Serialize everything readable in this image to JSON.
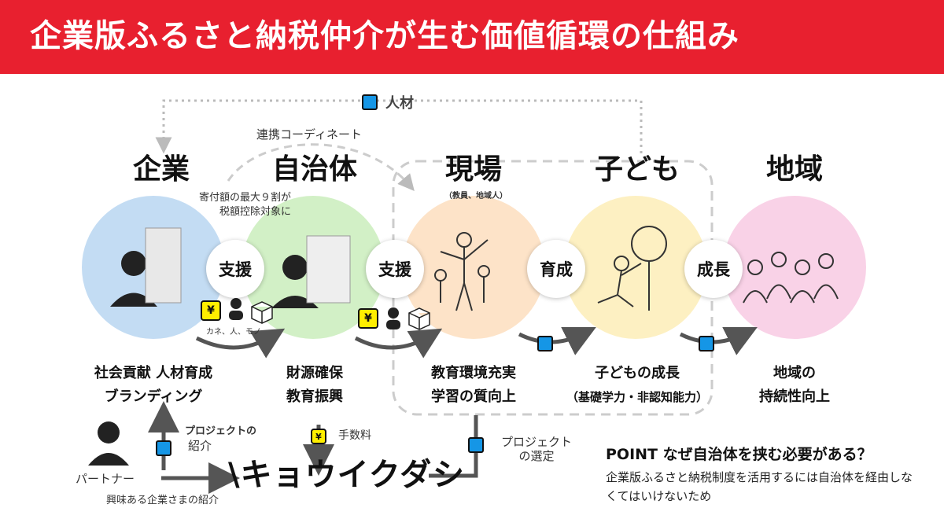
{
  "title": "企業版ふるさと納税仲介が生む価値循環の仕組み",
  "colors": {
    "header": "#e8202f",
    "node_square": "#1596e6",
    "yen_box": "#ffee00"
  },
  "top_flow_label": "人材",
  "coordinate_label": "連携コーディネート",
  "entities": [
    {
      "id": "kigyo",
      "title": "企業",
      "color": "#bcd8f2",
      "outcome_line1": "社会貢献 人材育成",
      "outcome_line2": "ブランディング"
    },
    {
      "id": "jichitai",
      "title": "自治体",
      "color": "#cdeec0",
      "outcome_line1": "財源確保",
      "outcome_line2": "教育振興"
    },
    {
      "id": "genba",
      "title": "現場",
      "subtitle": "（教員、地域人）",
      "color": "#fde0c2",
      "outcome_line1": "教育環境充実",
      "outcome_line2": "学習の質向上"
    },
    {
      "id": "kodomo",
      "title": "子ども",
      "color": "#fdeebb",
      "outcome_line1": "子どもの成長",
      "outcome_line2": "（基礎学力・非認知能力）"
    },
    {
      "id": "chiiki",
      "title": "地域",
      "color": "#f8cde4",
      "outcome_line1": "地域の",
      "outcome_line2": "持続性向上"
    }
  ],
  "links": [
    {
      "label": "支援"
    },
    {
      "label": "支援"
    },
    {
      "label": "育成"
    },
    {
      "label": "成長"
    }
  ],
  "tax_note_line1": "寄付額の最大９割が",
  "tax_note_line2": "税額控除対象に",
  "resources_label": "カネ、人、モノ",
  "yen_symbol": "¥",
  "bottom": {
    "partner_label": "パートナー",
    "partner_intro": "興味ある企業さまの紹介",
    "project_intro_line1": "プロジェクトの",
    "project_intro_line2": "紹介",
    "fee_label": "手数料",
    "logo": "\\キョウイクダシ",
    "project_select_line1": "プロジェクト",
    "project_select_line2": "の選定"
  },
  "point": {
    "title": "POINT なぜ自治体を挟む必要がある？",
    "text": "企業版ふるさと納税制度を活用するには自治体を経由しなくてはいけないため"
  }
}
